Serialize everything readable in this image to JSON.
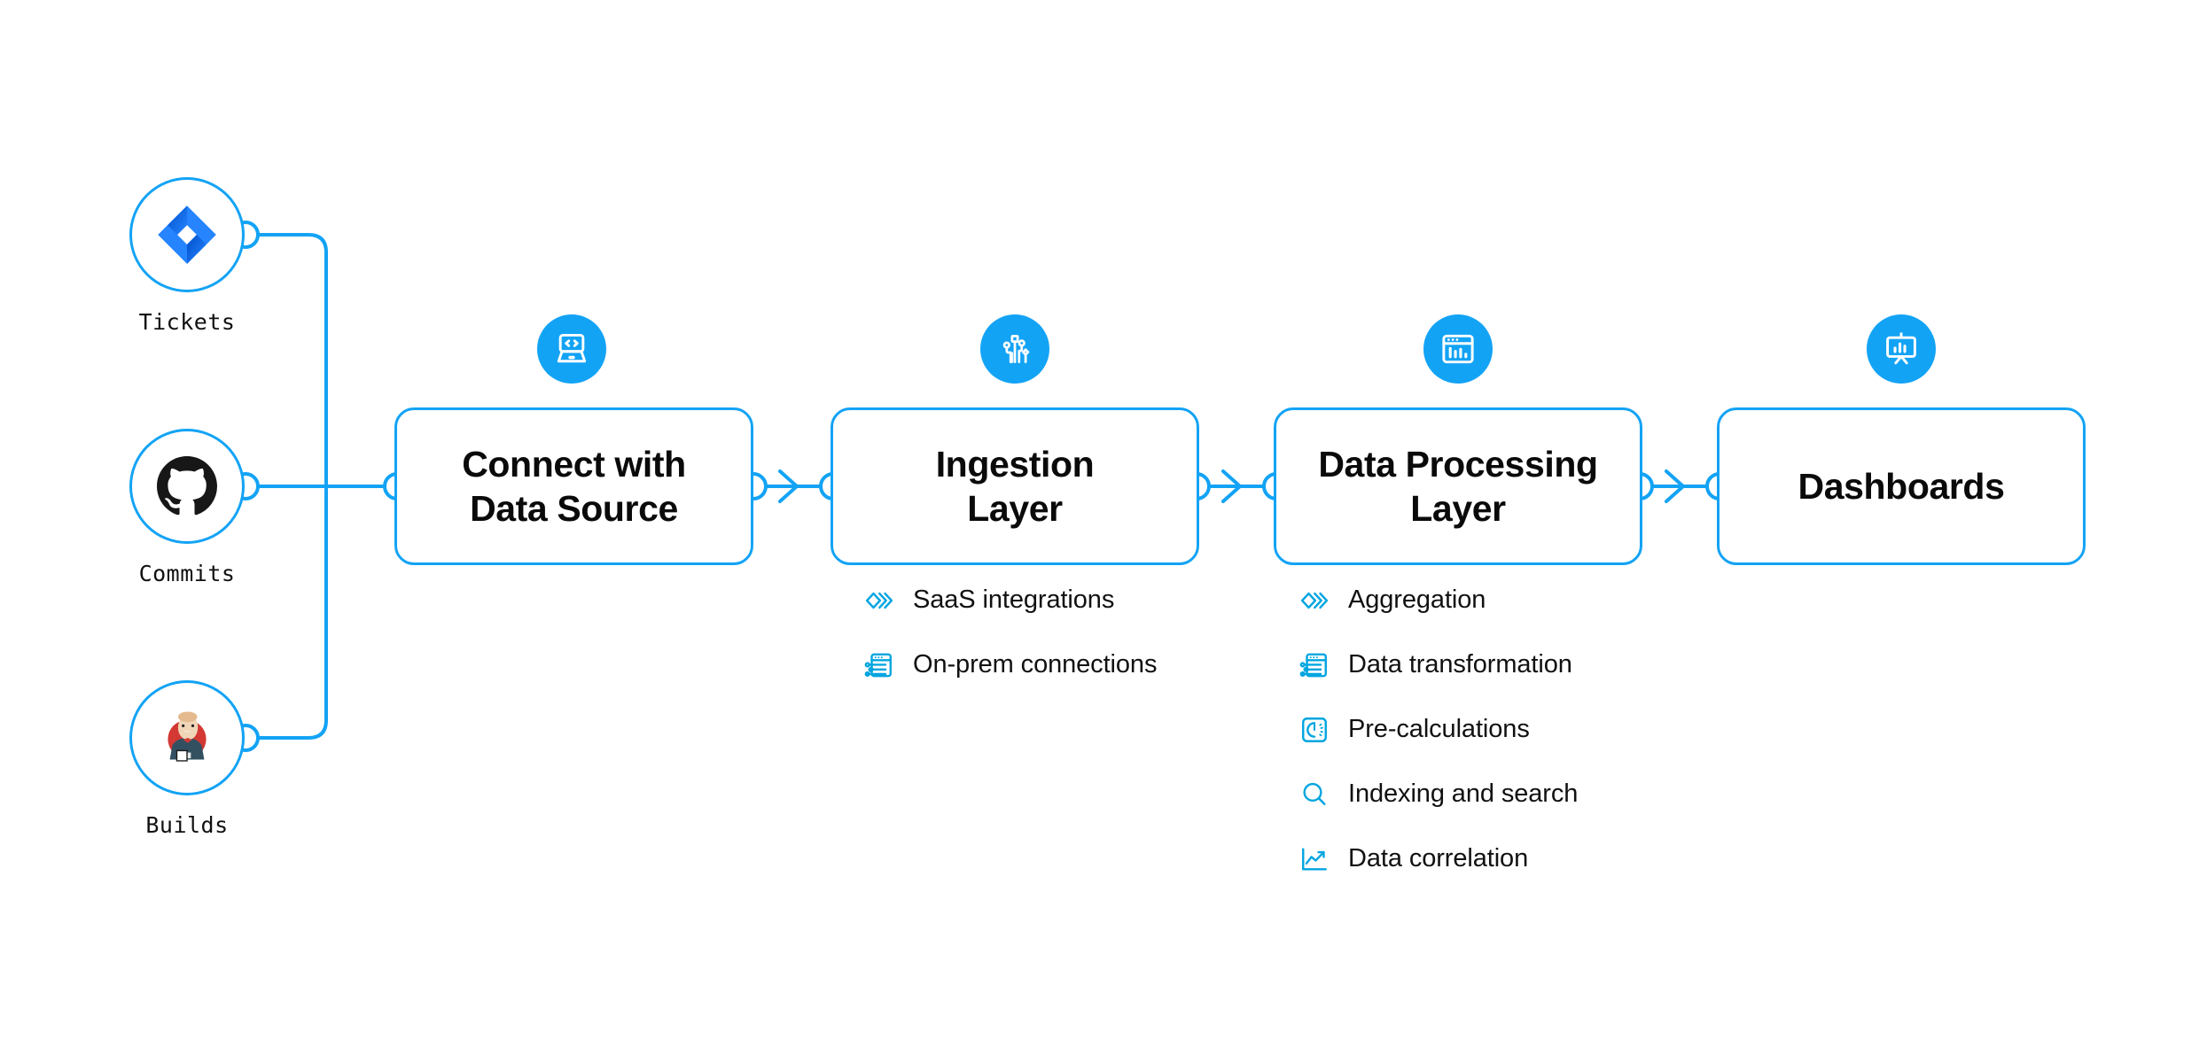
{
  "theme": {
    "accent": "#13A3F5",
    "text": "#111111",
    "background": "#FFFFFF",
    "jira_blue": "#2684FF",
    "github_black": "#181717",
    "jenkins_red": "#D33833"
  },
  "sources": [
    {
      "id": "tickets",
      "label": "Tickets",
      "icon": "jira-icon"
    },
    {
      "id": "commits",
      "label": "Commits",
      "icon": "github-icon"
    },
    {
      "id": "builds",
      "label": "Builds",
      "icon": "jenkins-icon"
    }
  ],
  "stages": [
    {
      "id": "connect",
      "title": "Connect with Data Source",
      "title_lines": [
        "Connect with",
        "Data Source"
      ],
      "badge_icon": "laptop-code-icon"
    },
    {
      "id": "ingestion",
      "title": "Ingestion Layer",
      "title_lines": [
        "Ingestion",
        "Layer"
      ],
      "badge_icon": "circuit-nodes-icon"
    },
    {
      "id": "processing",
      "title": "Data Processing Layer",
      "title_lines": [
        "Data Processing",
        "Layer"
      ],
      "badge_icon": "dashboard-window-icon"
    },
    {
      "id": "dashboards",
      "title": "Dashboards",
      "title_lines": [
        "Dashboards"
      ],
      "badge_icon": "presentation-chart-icon"
    }
  ],
  "ingestion_features": [
    {
      "label": "SaaS integrations",
      "icon": "layers-chevron-icon"
    },
    {
      "label": "On-prem connections",
      "icon": "server-window-icon"
    }
  ],
  "processing_features": [
    {
      "label": "Aggregation",
      "icon": "layers-chevron-icon"
    },
    {
      "label": "Data transformation",
      "icon": "server-window-icon"
    },
    {
      "label": "Pre-calculations",
      "icon": "timer-square-icon"
    },
    {
      "label": "Indexing and search",
      "icon": "magnifier-icon"
    },
    {
      "label": "Data correlation",
      "icon": "line-chart-icon"
    }
  ]
}
